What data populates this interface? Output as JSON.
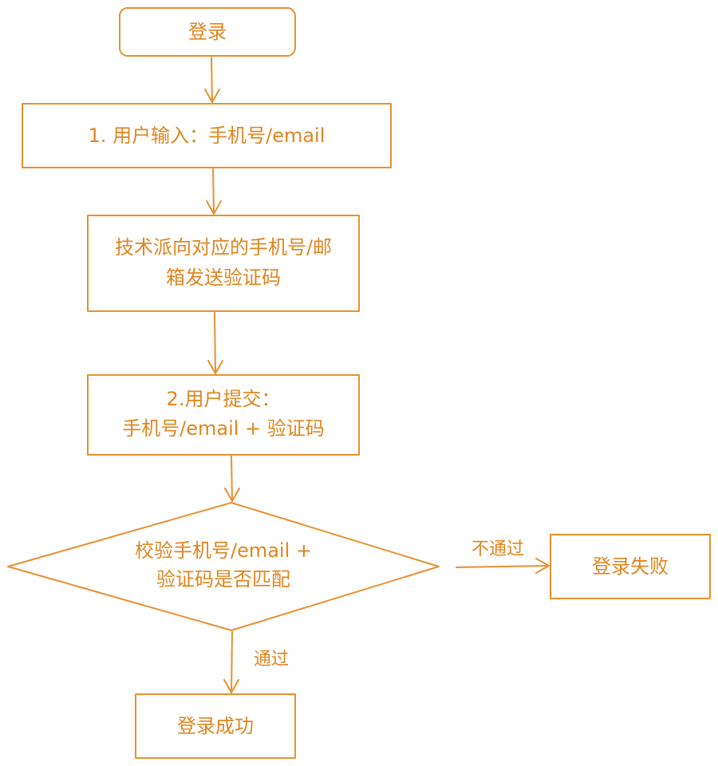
{
  "nodes": {
    "start": {
      "text": "登录"
    },
    "step1": {
      "text": "1. 用户输入：手机号/email"
    },
    "step2": {
      "line1": "技术派向对应的手机号/邮",
      "line2": "箱发送验证码"
    },
    "step3": {
      "line1": "2.用户提交：",
      "line2": "手机号/email + 验证码"
    },
    "decision": {
      "line1": "校验手机号/email +",
      "line2": "验证码是否匹配"
    },
    "fail": {
      "text": "登录失败"
    },
    "success": {
      "text": "登录成功"
    }
  },
  "edges": {
    "pass": "通过",
    "fail": "不通过"
  },
  "colors": {
    "stroke": "#e8912f",
    "text": "#e0861f",
    "hatch": "#f2b872",
    "start_fill": "#fdecd2"
  }
}
